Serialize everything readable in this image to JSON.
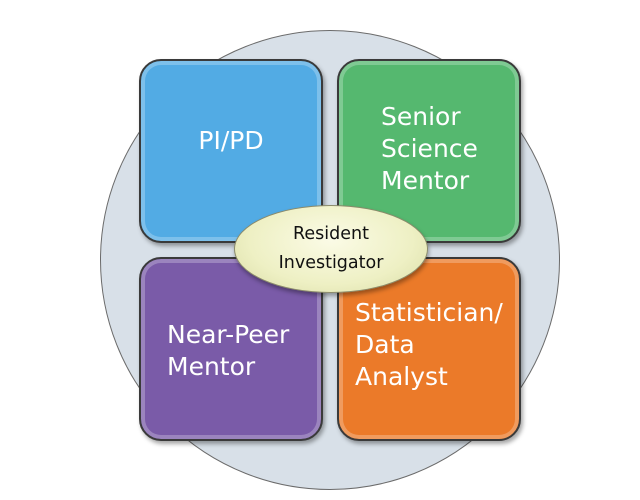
{
  "diagram": {
    "center": {
      "lines": [
        "Resident",
        "Investigator"
      ],
      "color": "#eef0c4"
    },
    "quadrants": [
      {
        "lines": [
          "PI/PD"
        ],
        "color": "#52abe4"
      },
      {
        "lines": [
          "Senior",
          "Science",
          "Mentor"
        ],
        "color": "#55b86f"
      },
      {
        "lines": [
          "Near-Peer",
          "Mentor"
        ],
        "color": "#7a5ba8"
      },
      {
        "lines": [
          "Statistician/",
          "Data",
          "Analyst"
        ],
        "color": "#eb7a29"
      }
    ],
    "background_color": "#d8e0e8"
  }
}
